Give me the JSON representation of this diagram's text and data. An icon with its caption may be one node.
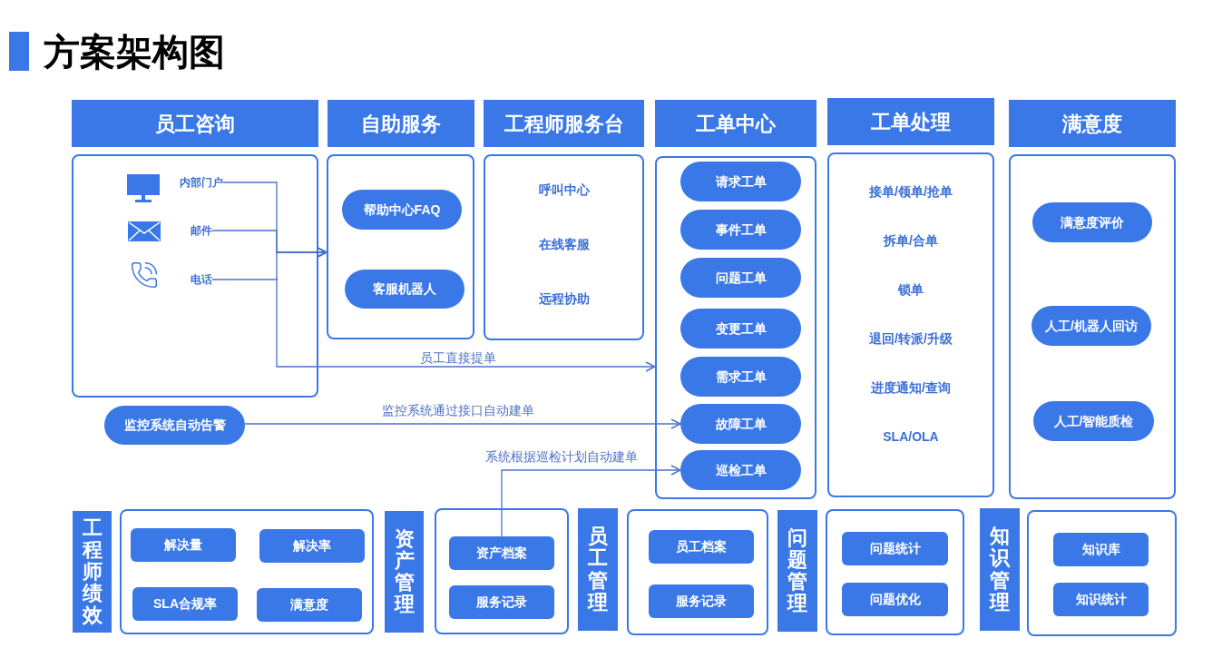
{
  "diagram": {
    "title": "方案架构图",
    "nodes": [
      {
        "text": [
          "员工咨询"
        ]
      },
      {
        "text": [],
        "shape": "box"
      },
      {
        "text": [
          "内部门户"
        ],
        "in": 1
      },
      {
        "text": [
          "邮件"
        ],
        "in": 1
      },
      {
        "text": [
          "电话"
        ],
        "in": 1
      },
      {
        "text": [
          "自助服务"
        ]
      },
      {
        "text": [],
        "shape": "box"
      },
      {
        "text": [
          "帮助中心FAQ"
        ],
        "in": 6
      },
      {
        "text": [
          "客服机器人"
        ],
        "in": 6
      },
      {
        "text": [
          "工程师服务台"
        ]
      },
      {
        "text": [
          "呼叫中心",
          "在线客服",
          "远程协助"
        ]
      },
      {
        "text": [
          "工单中心"
        ]
      },
      {
        "text": [],
        "shape": "box"
      },
      {
        "text": [
          "请求工单"
        ],
        "in": 12
      },
      {
        "text": [
          "事件工单"
        ],
        "in": 12
      },
      {
        "text": [
          "问题工单"
        ],
        "in": 12
      },
      {
        "text": [
          "变更工单"
        ],
        "in": 12
      },
      {
        "text": [
          "需求工单"
        ],
        "in": 12
      },
      {
        "text": [
          "故障工单"
        ],
        "in": 12
      },
      {
        "text": [
          "巡检工单"
        ],
        "in": 12
      },
      {
        "text": [
          "工单处理"
        ]
      },
      {
        "text": [
          "接单/领单/抢单",
          "拆单/合单",
          "锁单",
          "退回/转派/升级",
          "进度通知/查询",
          "SLA/OLA"
        ]
      },
      {
        "text": [
          "满意度"
        ]
      },
      {
        "text": [],
        "shape": "box"
      },
      {
        "text": [
          "满意度评价"
        ],
        "in": 23
      },
      {
        "text": [
          "人工/机器人回访"
        ],
        "in": 23
      },
      {
        "text": [
          "人工/智能质检"
        ],
        "in": 23
      },
      {
        "text": [
          "监控系统自动告警"
        ]
      },
      {
        "text": [
          "工程师绩效"
        ]
      },
      {
        "text": [],
        "shape": "box"
      },
      {
        "text": [
          "解决量"
        ],
        "in": 29
      },
      {
        "text": [
          "解决率"
        ],
        "in": 29
      },
      {
        "text": [
          "SLA合规率"
        ],
        "in": 29
      },
      {
        "text": [
          "满意度"
        ],
        "in": 29
      },
      {
        "text": [
          "资产管理"
        ]
      },
      {
        "text": [],
        "shape": "box"
      },
      {
        "text": [
          "资产档案"
        ],
        "in": 35
      },
      {
        "text": [
          "服务记录"
        ],
        "in": 35
      },
      {
        "text": [
          "员工管理"
        ]
      },
      {
        "text": [],
        "shape": "box"
      },
      {
        "text": [
          "员工档案"
        ],
        "in": 39
      },
      {
        "text": [
          "服务记录"
        ],
        "in": 39
      },
      {
        "text": [
          "问题管理"
        ]
      },
      {
        "text": [],
        "shape": "box"
      },
      {
        "text": [
          "问题统计"
        ],
        "in": 43
      },
      {
        "text": [
          "问题优化"
        ],
        "in": 43
      },
      {
        "text": [
          "知识管理"
        ]
      },
      {
        "text": [],
        "shape": "box"
      },
      {
        "text": [
          "知识库"
        ],
        "in": 47
      },
      {
        "text": [
          "知识统计"
        ],
        "in": 47
      }
    ],
    "edges": [
      {
        "from": 2,
        "to": 6,
        "arrow": "to"
      },
      {
        "from": 3,
        "to": 6,
        "arrow": "to"
      },
      {
        "from": 4,
        "to": 6,
        "arrow": "to"
      },
      {
        "from": null,
        "to": 12,
        "arrow": "to",
        "label": "员工直接提单"
      },
      {
        "from": 27,
        "to": 18,
        "arrow": "to",
        "label": "监控系统通过接口自动建单"
      },
      {
        "from": 36,
        "to": 19,
        "arrow": "to",
        "label": "系统根据巡检计划自动建单"
      }
    ]
  }
}
